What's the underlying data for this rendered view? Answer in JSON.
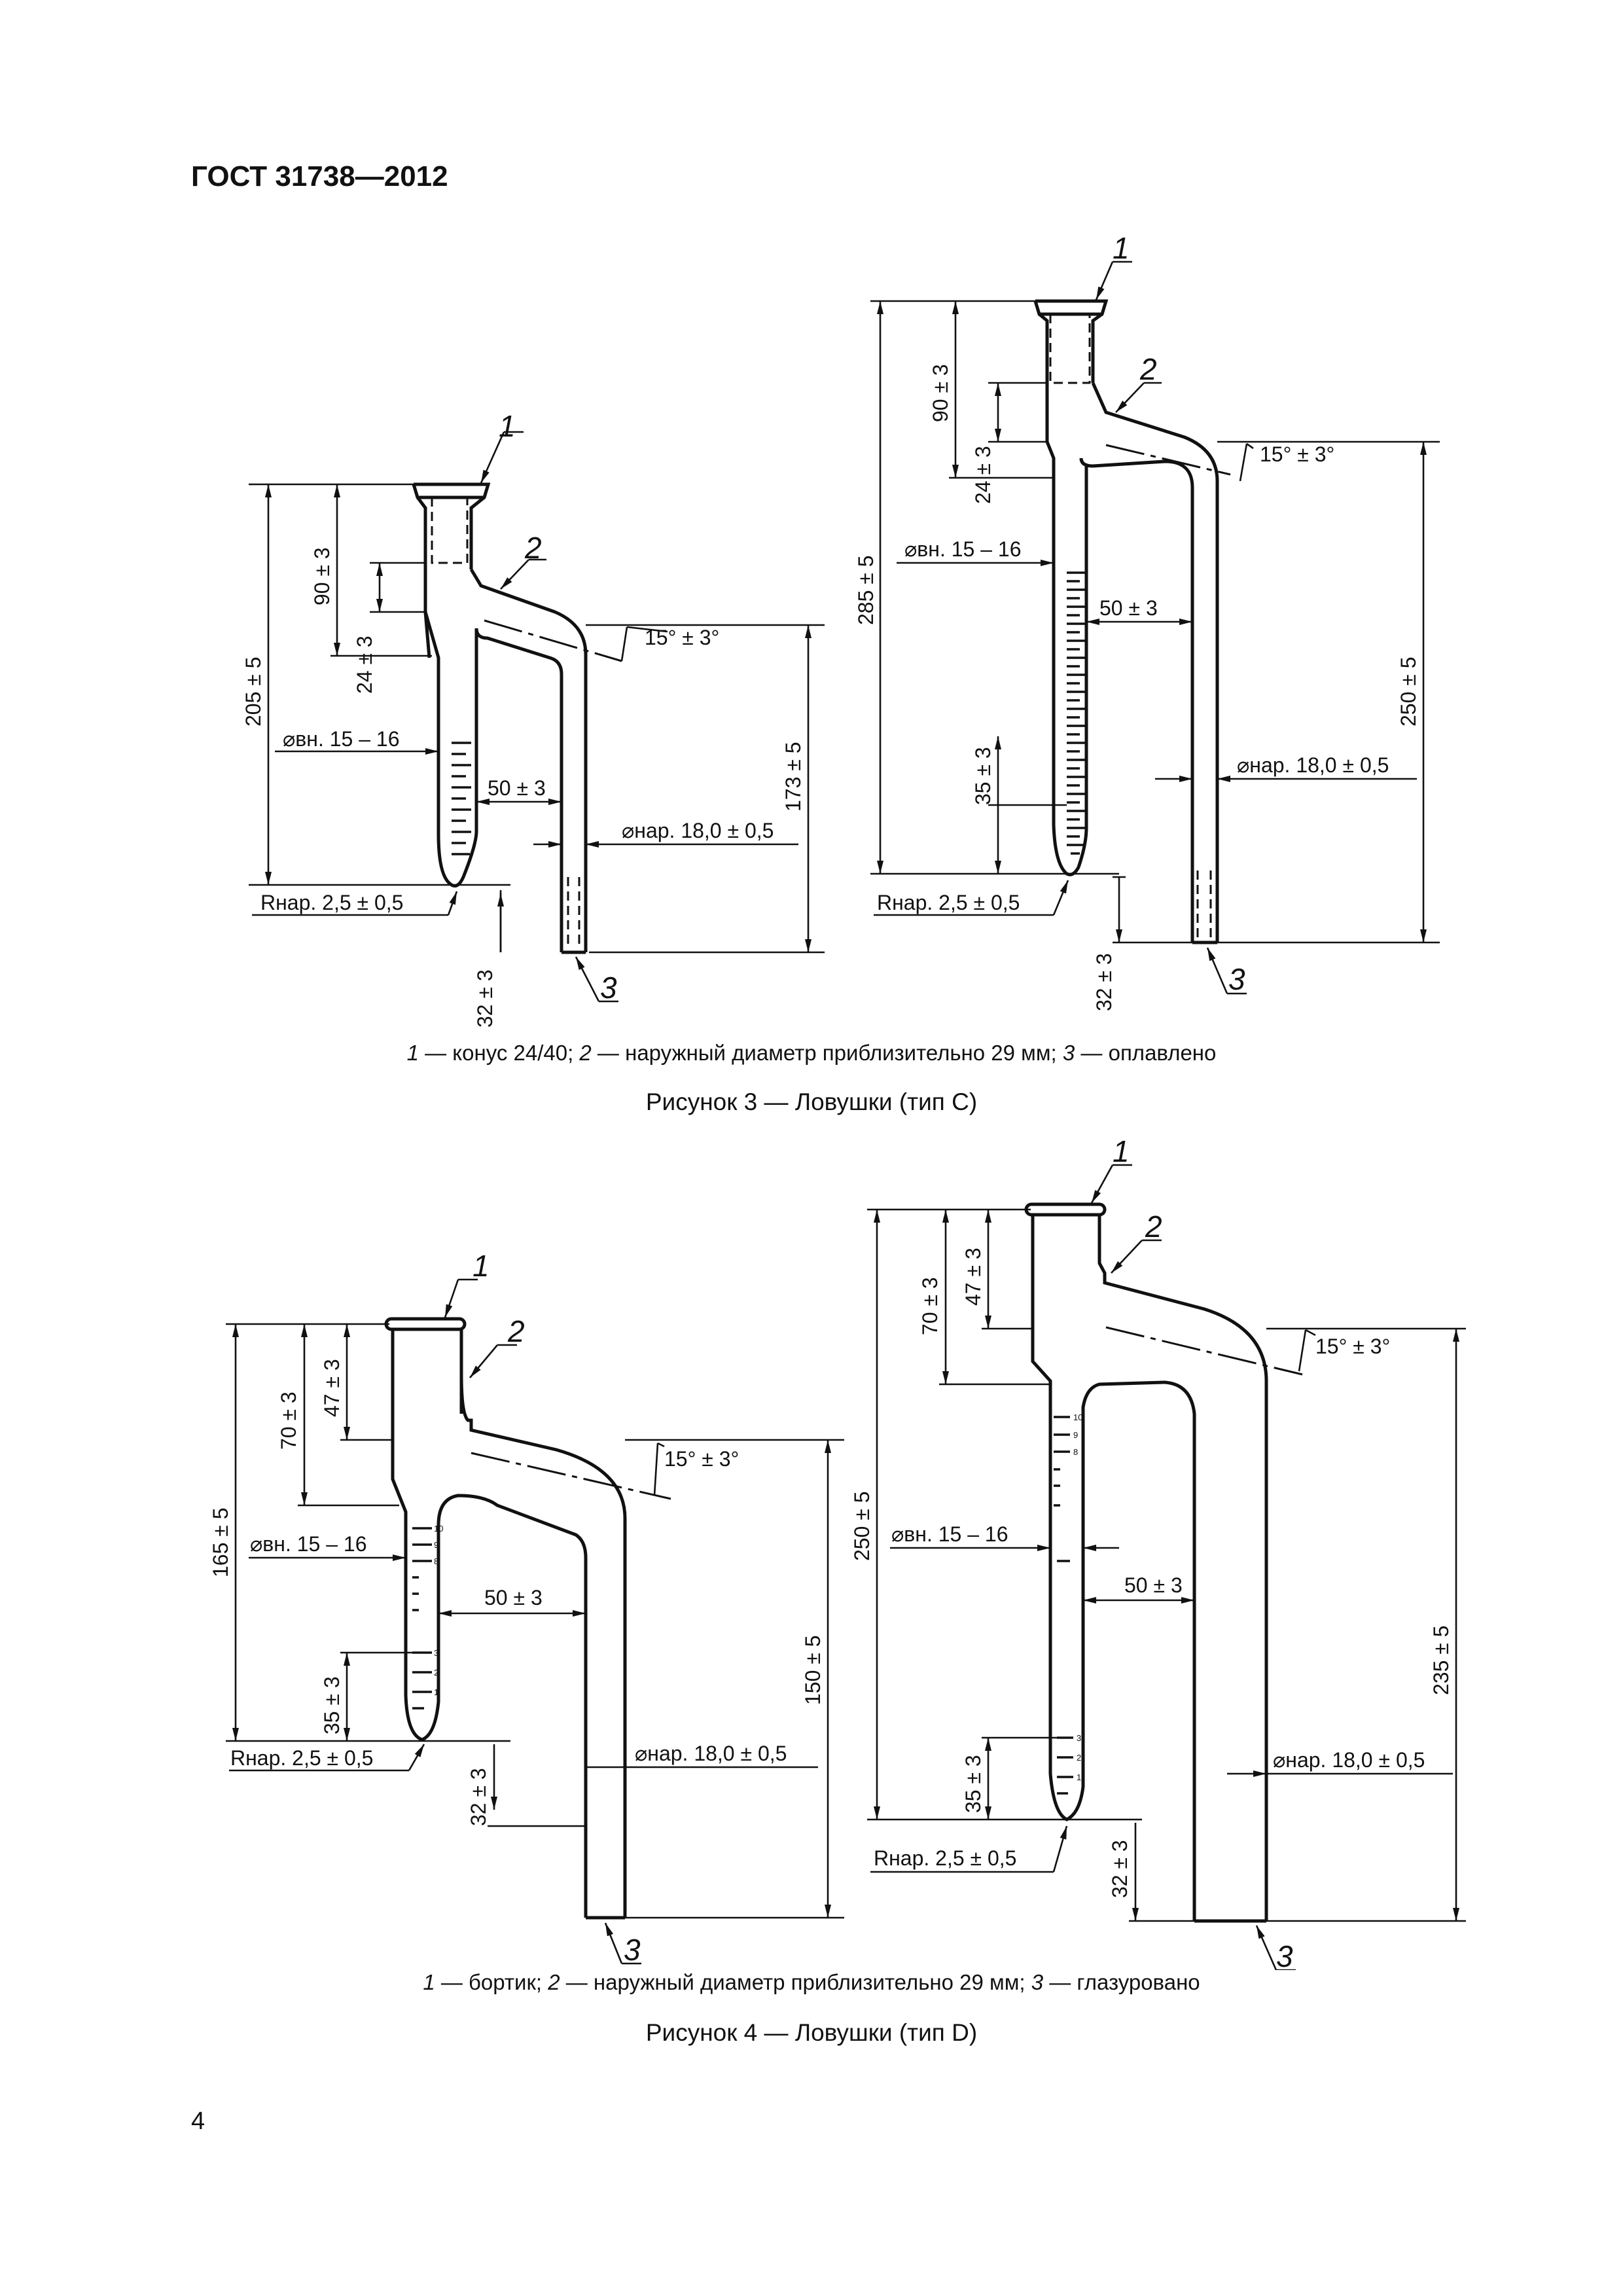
{
  "header": {
    "standard": "ГОСТ 31738—2012"
  },
  "figure3": {
    "caption": {
      "n1": "1",
      "t1": " — конус 24/40; ",
      "n2": "2",
      "t2": " — наружный диаметр приблизительно 29 мм; ",
      "n3": "3",
      "t3": " — оплавлено"
    },
    "title": "Рисунок 3 — Ловушки (тип С)",
    "left": {
      "callouts": [
        "1",
        "2",
        "3"
      ],
      "dims": {
        "total": "205 ± 5",
        "neck": "90 ± 3",
        "joint": "24 ± 3",
        "angle": "15° ± 3°",
        "side": "173 ± 5",
        "inner_prefix": "вн. 15 – 16",
        "spacing": "50 ± 3",
        "outer_prefix": "нар. 18,0 ± 0,5",
        "radius_letter": "R",
        "radius": "нар. 2,5 ± 0,5",
        "bottom": "32 ± 3"
      }
    },
    "right": {
      "callouts": [
        "1",
        "2",
        "3"
      ],
      "dims": {
        "total": "285 ± 5",
        "neck": "90 ± 3",
        "joint": "24 ± 3",
        "angle": "15° ± 3°",
        "side": "250 ± 5",
        "inner_prefix": "вн. 15 – 16",
        "spacing": "50 ± 3",
        "outer_prefix": "нар. 18,0 ± 0,5",
        "radius_letter": "R",
        "radius": "нар. 2,5 ± 0,5",
        "graduation": "35 ± 3",
        "bottom": "32 ± 3"
      }
    }
  },
  "figure4": {
    "caption": {
      "n1": "1",
      "t1": " — бортик; ",
      "n2": "2",
      "t2": " — наружный диаметр приблизительно 29 мм; ",
      "n3": "3",
      "t3": " — глазуровано"
    },
    "title": "Рисунок 4 — Ловушки (тип D)",
    "left": {
      "callouts": [
        "1",
        "2",
        "3"
      ],
      "dims": {
        "total": "165 ± 5",
        "neck": "70 ± 3",
        "joint": "47 ± 3",
        "angle": "15° ± 3°",
        "side": "150 ± 5",
        "inner_prefix": "вн. 15 – 16",
        "spacing": "50 ± 3",
        "outer_prefix": "нар. 18,0 ± 0,5",
        "radius_letter": "R",
        "radius": "нар. 2,5 ± 0,5",
        "graduation": "35 ± 3",
        "bottom": "32 ± 3"
      },
      "scale_marks": [
        "10",
        "9",
        "8",
        "3",
        "2",
        "1"
      ]
    },
    "right": {
      "callouts": [
        "1",
        "2",
        "3"
      ],
      "dims": {
        "total": "250 ± 5",
        "neck": "70 ± 3",
        "joint": "47 ± 3",
        "angle": "15° ± 3°",
        "side": "235 ± 5",
        "inner_prefix": "вн. 15 – 16",
        "spacing": "50 ± 3",
        "outer_prefix": "нар. 18,0 ± 0,5",
        "radius_letter": "R",
        "radius": "нар. 2,5 ± 0,5",
        "graduation": "35 ± 3",
        "bottom": "32 ± 3"
      },
      "scale_marks": [
        "10",
        "9",
        "8",
        "3",
        "2",
        "1"
      ]
    }
  },
  "page": {
    "number": "4"
  }
}
